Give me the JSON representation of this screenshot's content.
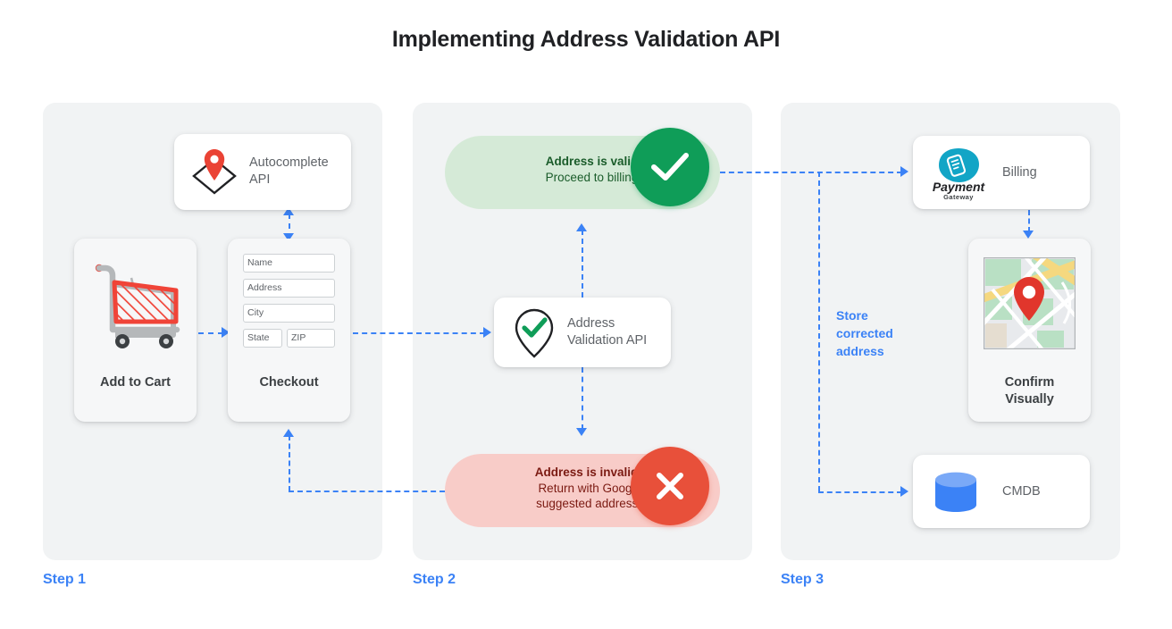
{
  "title": "Implementing Address Validation API",
  "accent_color": "#3b82f6",
  "steps": [
    {
      "label": "Step 1"
    },
    {
      "label": "Step 2"
    },
    {
      "label": "Step 3"
    }
  ],
  "step1": {
    "autocomplete": {
      "label": "Autocomplete\nAPI",
      "line1": "Autocomplete",
      "line2": "API",
      "icon": "map-pin-diamond-icon"
    },
    "cart": {
      "label": "Add to Cart",
      "icon": "shopping-cart-icon"
    },
    "checkout": {
      "label": "Checkout",
      "fields": [
        {
          "name": "name-field",
          "placeholder": "Name"
        },
        {
          "name": "address-field",
          "placeholder": "Address"
        },
        {
          "name": "city-field",
          "placeholder": "City"
        },
        {
          "name": "state-field",
          "placeholder": "State"
        },
        {
          "name": "zip-field",
          "placeholder": "ZIP"
        }
      ]
    }
  },
  "step2": {
    "valid": {
      "title": "Address is valid.",
      "subtitle": "Proceed to billing.",
      "badge_icon": "check-icon",
      "badge_color": "#0f9d58",
      "background": "#d5ead7"
    },
    "validation_api": {
      "line1": "Address",
      "line2": "Validation API",
      "icon": "pin-check-icon"
    },
    "invalid": {
      "title": "Address is invalid.",
      "subtitle_line1": "Return with Google",
      "subtitle_line2": "suggested address.",
      "badge_icon": "close-icon",
      "badge_color": "#e8503a",
      "background": "#f8ccc8"
    }
  },
  "step3": {
    "billing": {
      "label": "Billing",
      "logo_name": "Payment",
      "logo_sub": "Gateway",
      "icon": "payment-gateway-icon"
    },
    "confirm": {
      "line1": "Confirm",
      "line2": "Visually",
      "icon": "map-thumbnail-icon"
    },
    "cmdb": {
      "label": "CMDB",
      "icon": "database-cylinder-icon"
    },
    "store_note": {
      "line1": "Store",
      "line2": "corrected",
      "line3": "address"
    }
  }
}
